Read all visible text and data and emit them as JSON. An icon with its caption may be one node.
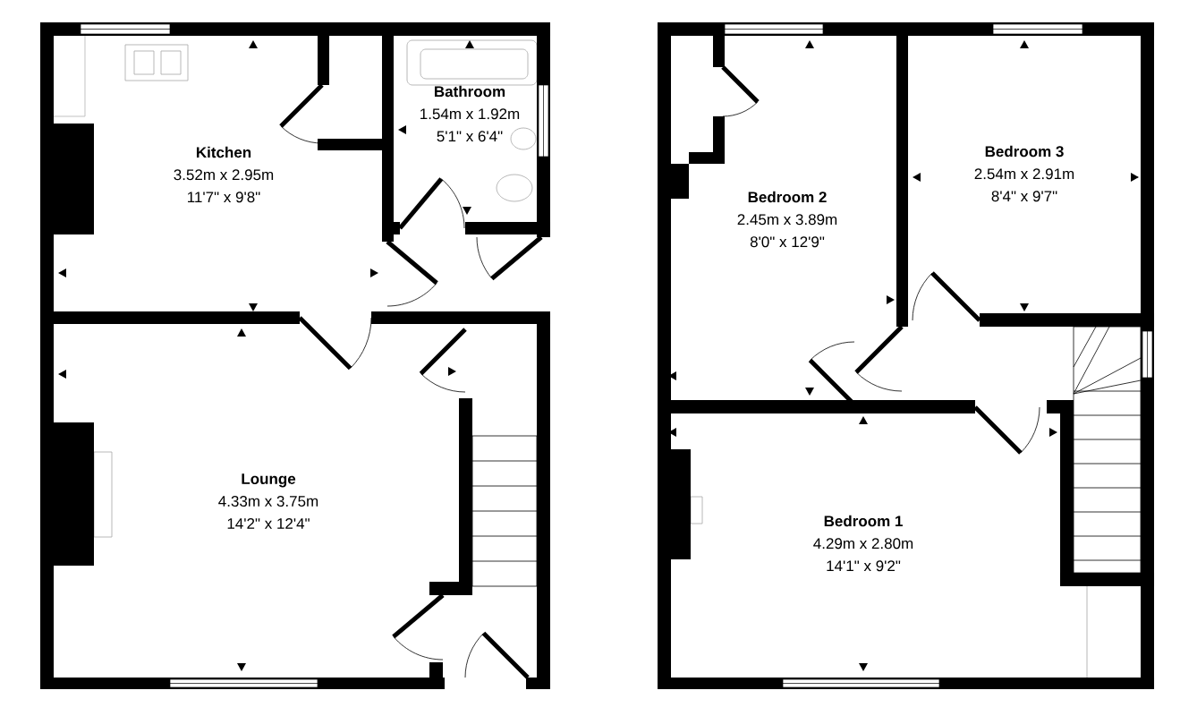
{
  "diagram": {
    "nodes": [
      {
        "text": [
          "Kitchen",
          "3.52m x 2.95m",
          "11'7\" x 9'8\""
        ]
      },
      {
        "text": [
          "Bathroom",
          "1.54m x 1.92m",
          "5'1\" x 6'4\""
        ]
      },
      {
        "text": [
          "Lounge",
          "4.33m x 3.75m",
          "14'2\" x 12'4\""
        ]
      },
      {
        "text": [
          "Bedroom 2",
          "2.45m x 3.89m",
          "8'0\" x 12'9\""
        ]
      },
      {
        "text": [
          "Bedroom 3",
          "2.54m x 2.91m",
          "8'4\" x 9'7\""
        ]
      },
      {
        "text": [
          "Bedroom 1",
          "4.29m x 2.80m",
          "14'1\" x 9'2\""
        ]
      }
    ]
  }
}
